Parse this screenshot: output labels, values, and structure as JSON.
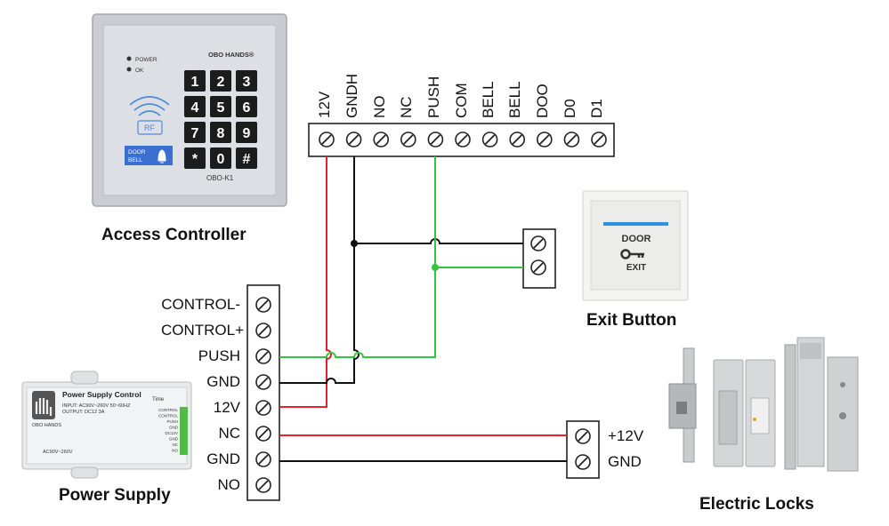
{
  "access_controller": {
    "caption": "Access Controller",
    "brand": "OBO HANDS®",
    "model": "OBO-K1",
    "led_labels": [
      "POWER",
      "OK"
    ],
    "rf_label": "RF",
    "doorbell_label": [
      "DOOR",
      "BELL"
    ],
    "keys": [
      "1",
      "2",
      "3",
      "4",
      "5",
      "6",
      "7",
      "8",
      "9",
      "*",
      "0",
      "#"
    ],
    "terminals": [
      "12V",
      "GNDH",
      "NO",
      "NC",
      "PUSH",
      "COM",
      "BELL",
      "BELL",
      "DOO",
      "D0",
      "D1"
    ]
  },
  "exit_button": {
    "caption": "Exit Button",
    "line1": "DOOR",
    "line2": "EXIT"
  },
  "power_supply": {
    "caption": "Power Supply",
    "title": "Power Supply Control",
    "brand": "OBO HANDS",
    "time_label": "Time",
    "input_line": "INPUT: AC90V~260V 50~60HZ",
    "output_line": "OUTPUT: DC12 3A",
    "ac_line": "AC90V~260V",
    "side_labels": [
      "CONTROL",
      "CONTROL",
      "PUSH",
      "GND",
      "DC12V",
      "GND",
      "NC",
      "NO"
    ],
    "terminals": [
      "CONTROL-",
      "CONTROL+",
      "PUSH",
      "GND",
      "12V",
      "NC",
      "GND",
      "NO"
    ]
  },
  "lock": {
    "caption": "Electric Locks",
    "terminals": [
      "+12V",
      "GND"
    ]
  },
  "colors": {
    "red_wire": "#e8202a",
    "black_wire": "#111111",
    "green_wire": "#35c53d"
  }
}
